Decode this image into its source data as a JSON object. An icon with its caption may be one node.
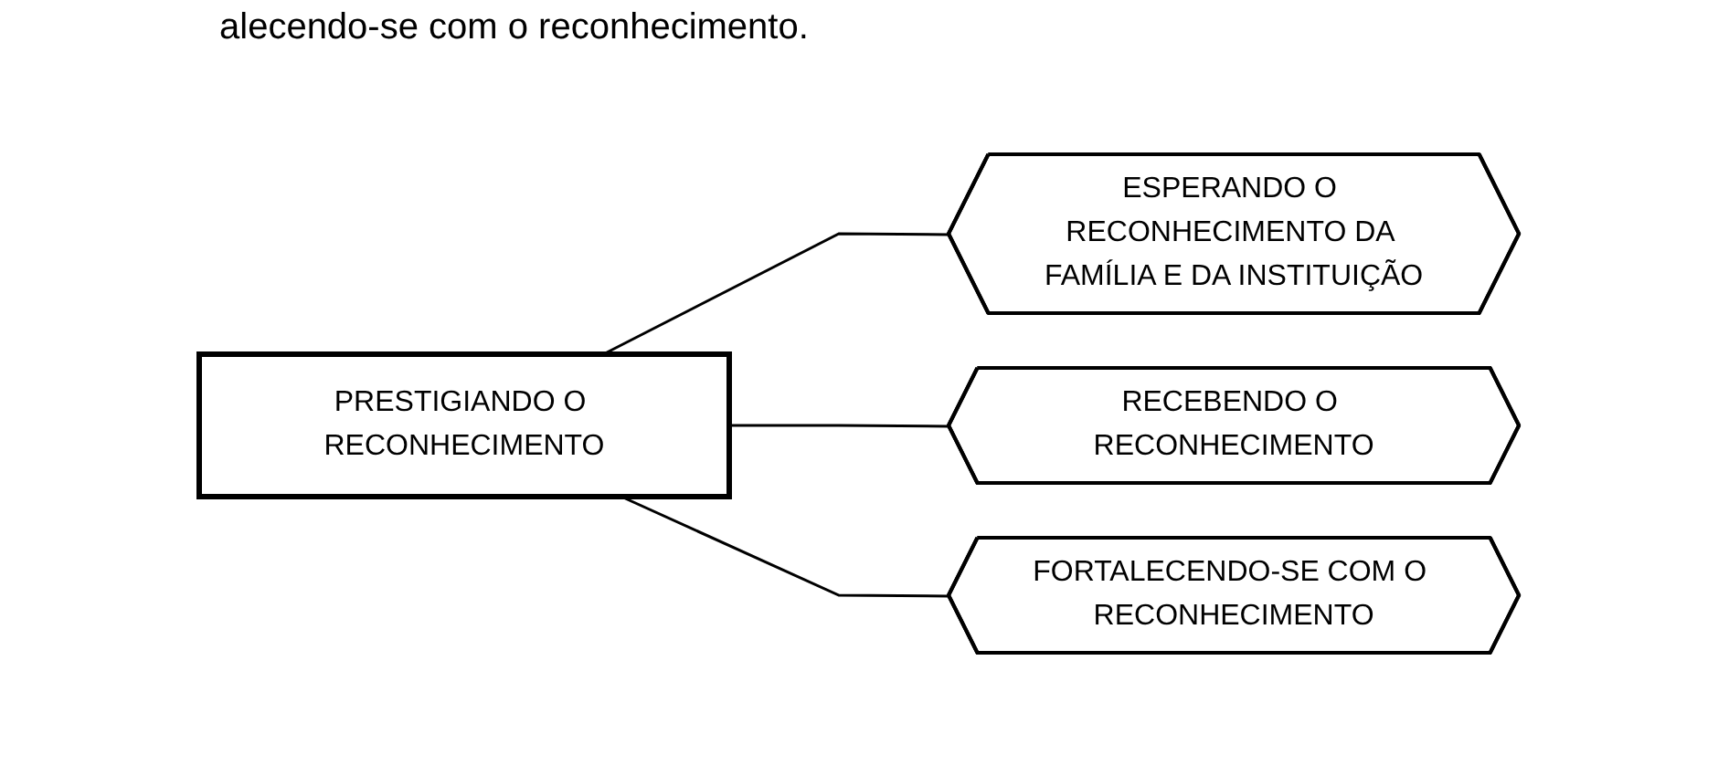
{
  "diagram": {
    "nodes": [
      {
        "text": [
          "PRESTIGIANDO O RECONHECIMENTO"
        ]
      },
      {
        "text": [
          "ESPERANDO O RECONHECIMENTO DA FAMÍLIA E DA INSTITUIÇÃO"
        ]
      },
      {
        "text": [
          "RECEBENDO O RECONHECIMENTO"
        ]
      },
      {
        "text": [
          "FORTALECENDO-SE COM O RECONHECIMENTO"
        ]
      }
    ],
    "edges": [
      {
        "from": 0,
        "to": 1,
        "arrow": "none"
      },
      {
        "from": 0,
        "to": 2,
        "arrow": "none"
      },
      {
        "from": 0,
        "to": 3,
        "arrow": "none"
      }
    ],
    "labels": [
      "alecendo-se com o reconhecimento."
    ]
  }
}
